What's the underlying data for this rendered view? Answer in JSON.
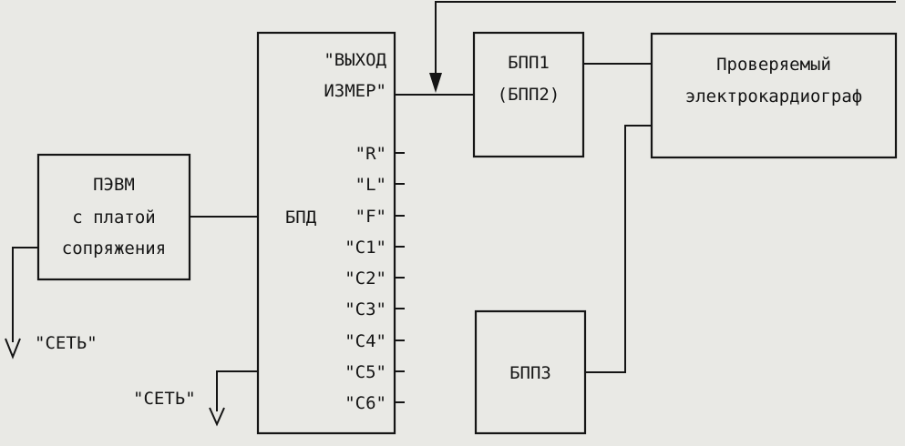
{
  "blocks": {
    "pc": {
      "lines": [
        "ПЭВМ",
        "с платой",
        "сопряжения"
      ]
    },
    "bpd": {
      "label": "БПД"
    },
    "bpp12": {
      "lines": [
        "БПП1",
        "(БПП2)"
      ]
    },
    "ecg": {
      "lines": [
        "Проверяемый",
        "электрокардиограф"
      ]
    },
    "bpp3": {
      "label": "БПП3"
    }
  },
  "bpd_output": {
    "lines": [
      "\"ВЫХОД",
      "ИЗМЕР\""
    ]
  },
  "bpd_ports": [
    "\"R\"",
    "\"L\"",
    "\"F\"",
    "\"C1\"",
    "\"C2\"",
    "\"C3\"",
    "\"C4\"",
    "\"C5\"",
    "\"C6\""
  ],
  "power_labels": {
    "left": "\"СЕТЬ\"",
    "bottom": "\"СЕТЬ\""
  },
  "colors": {
    "ink": "#151515",
    "paper": "#e9e9e5"
  }
}
